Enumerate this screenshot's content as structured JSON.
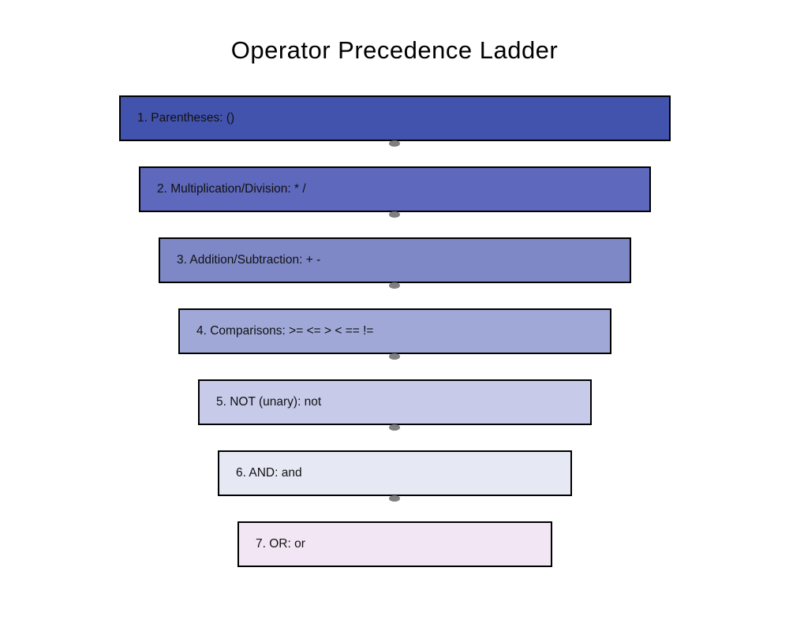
{
  "title": "Operator Precedence Ladder",
  "ladder": {
    "levels": [
      {
        "label": "1. Parentheses: ()",
        "color": "#4253ae"
      },
      {
        "label": "2. Multiplication/Division: * /",
        "color": "#5e68bc"
      },
      {
        "label": "3. Addition/Subtraction: + -",
        "color": "#7e88c7"
      },
      {
        "label": "4. Comparisons: >= <= > < == !=",
        "color": "#9fa8d7"
      },
      {
        "label": "5. NOT (unary): not",
        "color": "#c7cae8"
      },
      {
        "label": "6. AND: and",
        "color": "#e6e8f4"
      },
      {
        "label": "7. OR: or",
        "color": "#f2e5f4"
      }
    ],
    "connector_color": "#808080",
    "border_color": "#000000",
    "text_color": "#111111"
  }
}
